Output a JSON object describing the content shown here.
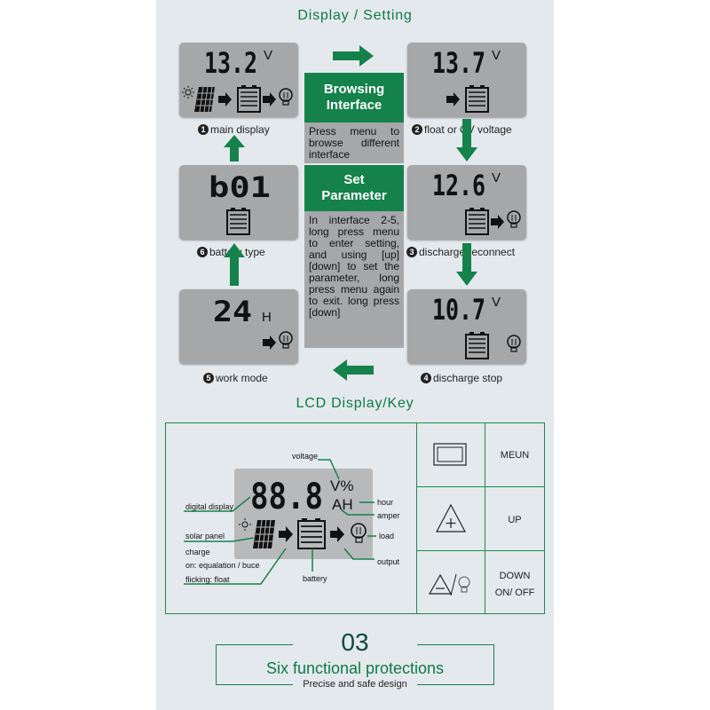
{
  "titles": {
    "display_setting": "Display / Setting",
    "lcd_display_key": "LCD Display/Key"
  },
  "screens": [
    {
      "id": "main",
      "number": "1",
      "value": "13.2",
      "unit": "V",
      "caption": "main display"
    },
    {
      "id": "float",
      "number": "2",
      "value": "13.7",
      "unit": "V",
      "caption": "float or CV voltage"
    },
    {
      "id": "reconnect",
      "number": "3",
      "value": "12.6",
      "unit": "V",
      "caption": "discharge reconnect"
    },
    {
      "id": "stop",
      "number": "4",
      "value": "10.7",
      "unit": "V",
      "caption": "discharge stop"
    },
    {
      "id": "work",
      "number": "5",
      "value": "24",
      "unit": "H",
      "caption": "work mode"
    },
    {
      "id": "battery",
      "number": "6",
      "value": "b01",
      "unit": "",
      "caption": "battery type"
    }
  ],
  "browsing": {
    "title_line1": "Browsing",
    "title_line2": "Interface",
    "desc": "Press menu to browse different interface"
  },
  "set_parameter": {
    "title_line1": "Set",
    "title_line2": "Parameter",
    "desc": "In interface 2-5, long press menu to enter setting, and using [up] [down] to set the parameter, long press menu again to exit. long press [down]"
  },
  "lcd_diagram": {
    "digits": "88.8",
    "units_top": "V%",
    "units_bottom": "AH",
    "labels": {
      "voltage": "voltage",
      "digital_display": "digital display",
      "solar_panel": "solar panel",
      "charge": "charge",
      "charge_on": "on: equalation / buce",
      "charge_flicking": "flicking: float",
      "battery": "battery",
      "hour": "hour",
      "amper": "amper",
      "load": "load",
      "output": "output"
    }
  },
  "keys": [
    {
      "icon": "menu-key-icon",
      "label": "MEUN"
    },
    {
      "icon": "up-key-icon",
      "label": "UP"
    },
    {
      "icon": "down-onoff-key-icon",
      "label_line1": "DOWN",
      "label_line2": "ON/ OFF"
    }
  ],
  "footer": {
    "number": "03",
    "headline": "Six functional protections",
    "subtitle": "Precise and safe design"
  },
  "colors": {
    "accent_green": "#14824a",
    "panel_bg": "#e4e9ed",
    "lcd_gray": "#a6a7a9"
  }
}
